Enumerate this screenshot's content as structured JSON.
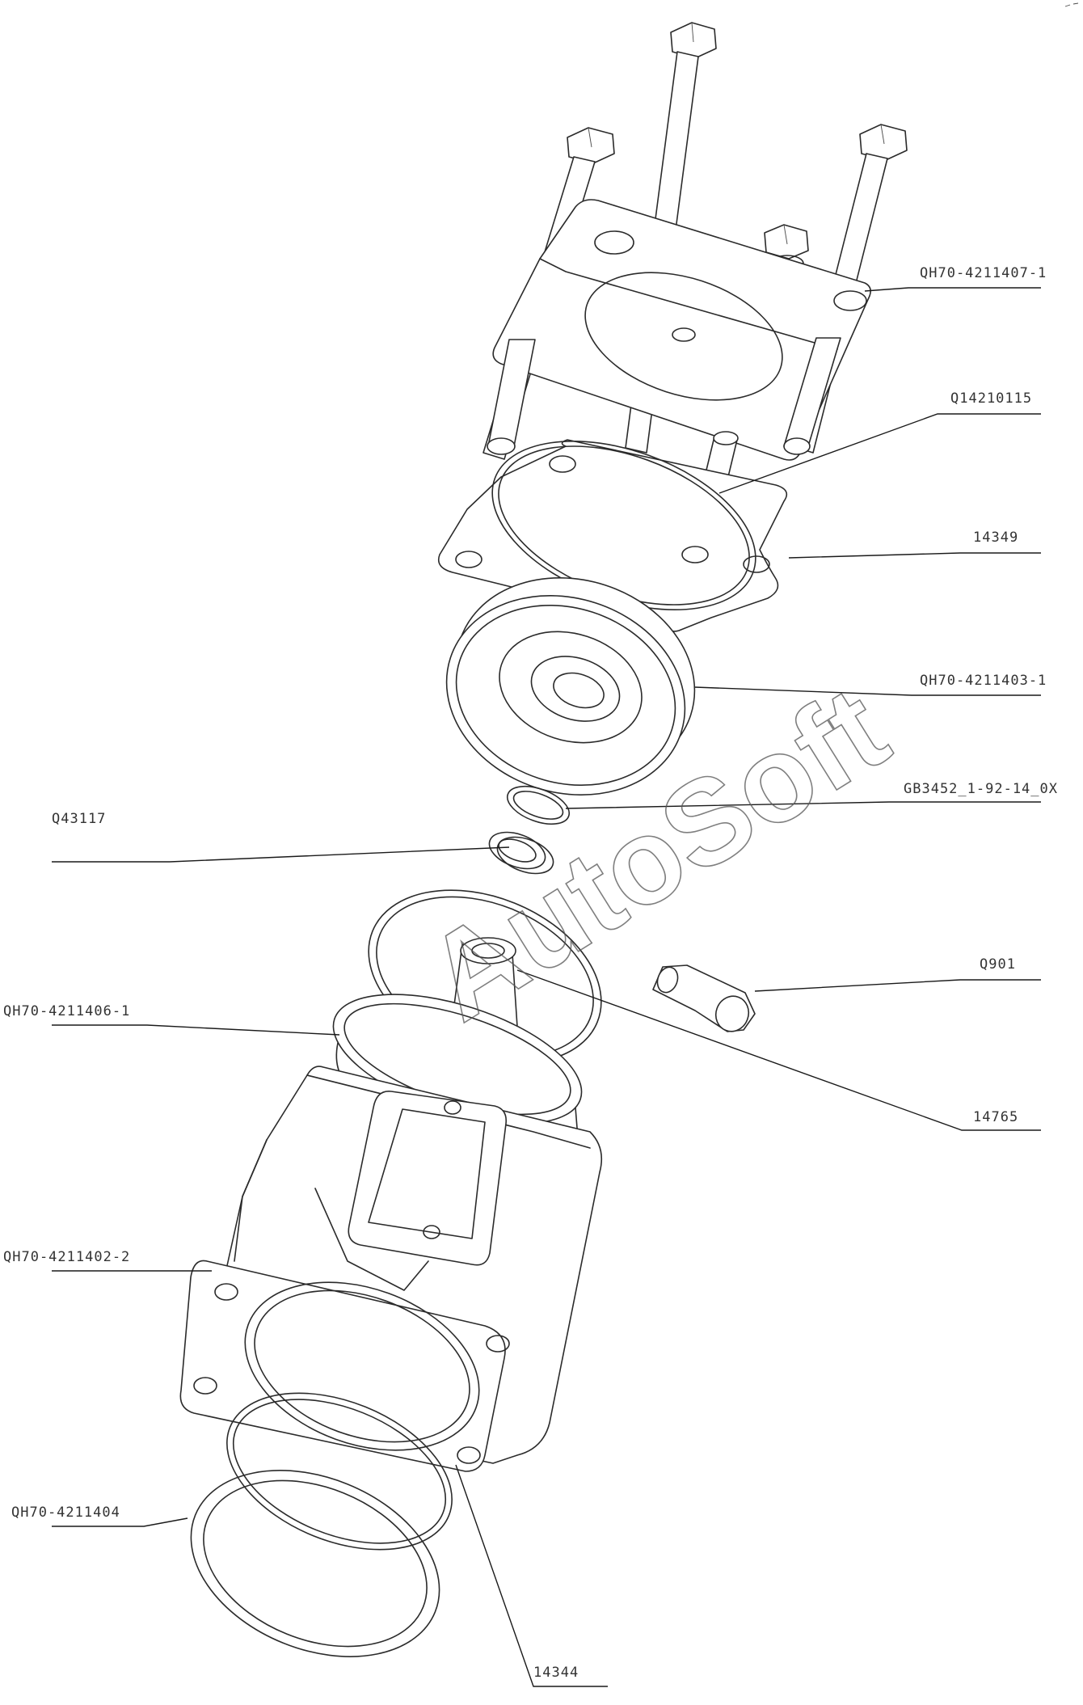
{
  "labels": {
    "top_cover": "QH70-4211407-1",
    "pin": "Q14210115",
    "gasket": "14349",
    "piston": "QH70-4211403-1",
    "o_ring": "GB3452_1-92-14_0X",
    "snap_ring": "Q43117",
    "fitting": "Q901",
    "sleeve": "QH70-4211406-1",
    "rod": "14765",
    "body": "QH70-4211402-2",
    "bottom_ring": "QH70-4211404",
    "bottom_seal": "14344"
  },
  "watermark": "AutoSoft",
  "colors": {
    "line": "#2b2b2b",
    "text": "#333333",
    "background": "#ffffff"
  }
}
